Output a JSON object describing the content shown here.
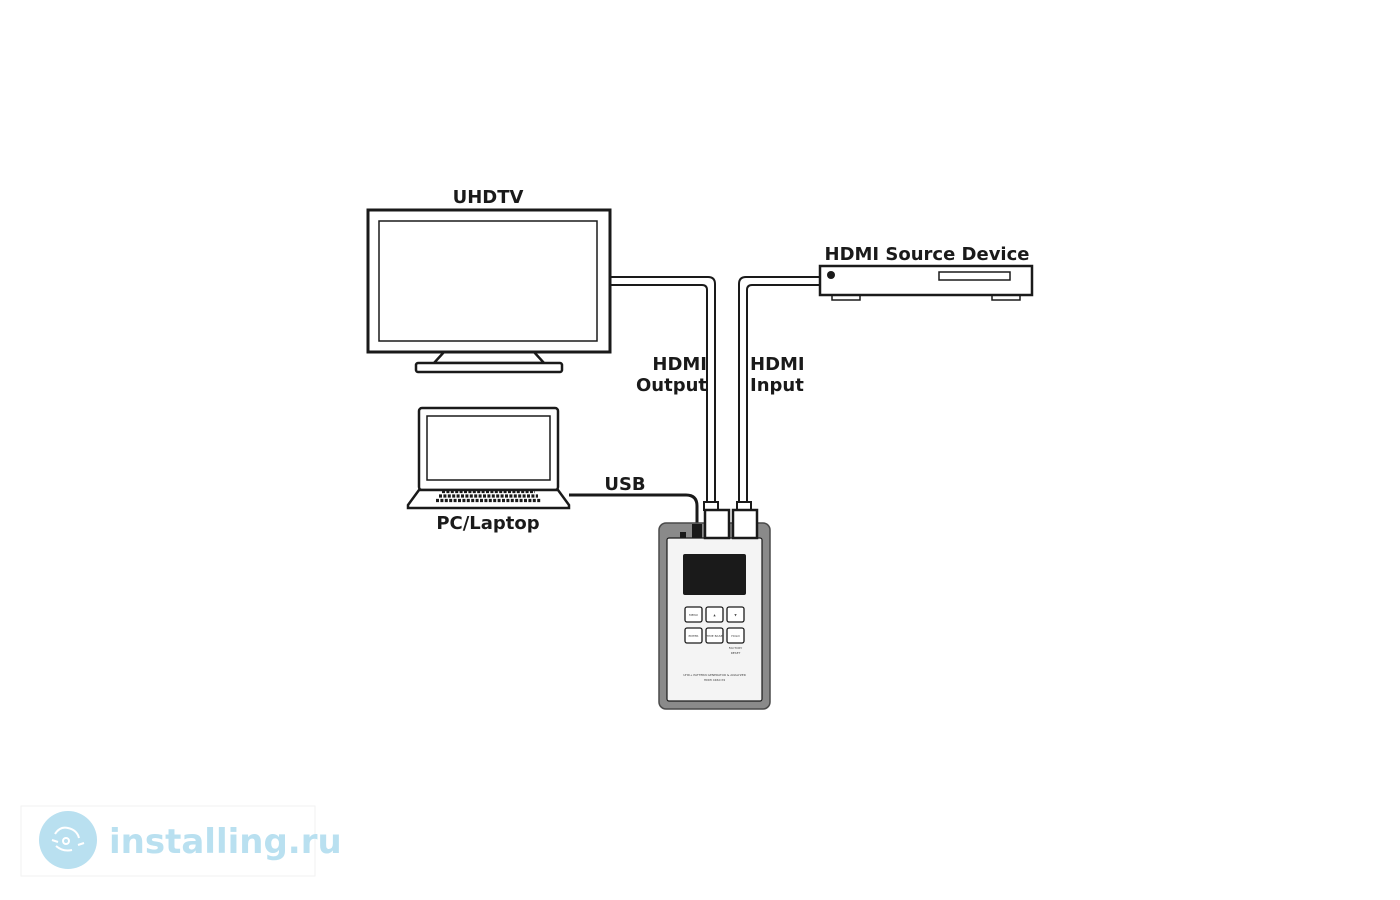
{
  "labels": {
    "uhdtv": "UHDTV",
    "source_device": "HDMI Source Device",
    "hdmi_output_line1": "HDMI",
    "hdmi_output_line2": "Output",
    "hdmi_input_line1": "HDMI",
    "hdmi_input_line2": "Input",
    "usb": "USB",
    "pc_laptop": "PC/Laptop"
  },
  "analyzer": {
    "buttons": [
      "MENU",
      "▲",
      "▼",
      "ENTER",
      "TIME BASE",
      "HOLD"
    ],
    "factory_label": "FACTORY",
    "reset_label": "RESET",
    "device_line1": "UHD+ PATTERN GENERATOR & ANALYZER",
    "device_line2": "HDMI 4K60 P4"
  },
  "watermark": {
    "text": "installing.ru",
    "text_color": "#b9e0f0",
    "logo_color": "#b9e0f0"
  },
  "colors": {
    "stroke": "#1a1a1a",
    "analyzer_body": "#8a8a8a",
    "analyzer_face": "#f4f4f4"
  }
}
